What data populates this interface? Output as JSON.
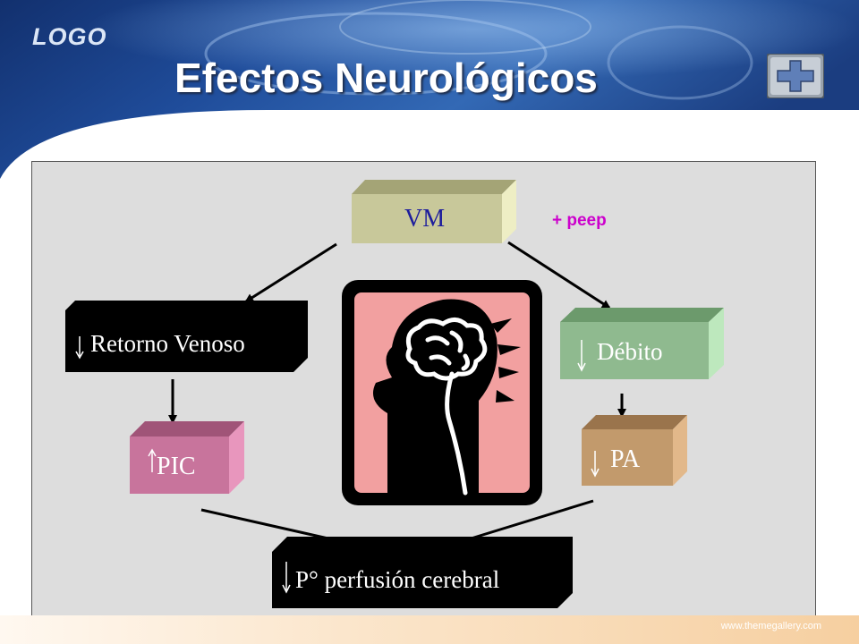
{
  "header": {
    "logo": "LOGO",
    "title": "Efectos Neurológicos"
  },
  "diagram": {
    "vm": "VM",
    "peep": "+ peep",
    "retorno": "Retorno Venoso",
    "debito": "Débito",
    "pic": "PIC",
    "pa": "PA",
    "perfusion": "P° perfusión cerebral"
  },
  "footer": {
    "site": "www.themegallery.com"
  },
  "colors": {
    "vm_box": "#c8c89a",
    "debito_box": "#8fba8f",
    "pic_box": "#c8749c",
    "pa_box": "#c29a6c",
    "dark_box": "#000000",
    "head_bg": "#f2a0a0",
    "peep": "#cc00cc",
    "vm_text": "#1d1d9c"
  }
}
